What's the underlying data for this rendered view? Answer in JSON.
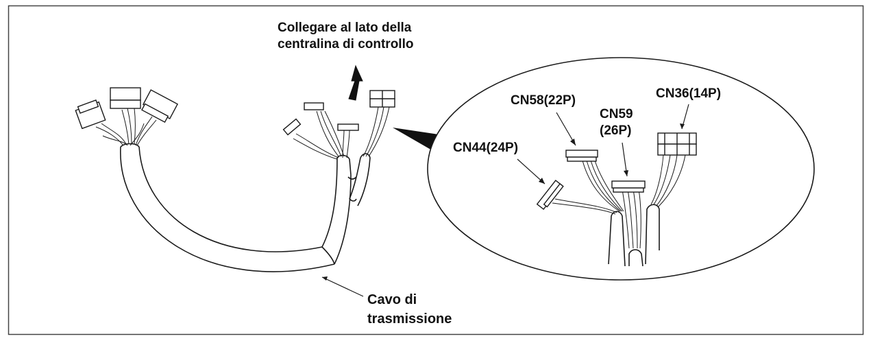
{
  "labels": {
    "connect_line1": "Collegare al lato della",
    "connect_line2": "centralina di controllo",
    "cable_line1": "Cavo di",
    "cable_line2": "trasmissione",
    "cn44": "CN44(24P)",
    "cn58": "CN58(22P)",
    "cn59_line1": "CN59",
    "cn59_line2": "(26P)",
    "cn36": "CN36(14P)"
  },
  "colors": {
    "line": "#1a1a1a",
    "background": "#ffffff",
    "frame": "#444444"
  }
}
